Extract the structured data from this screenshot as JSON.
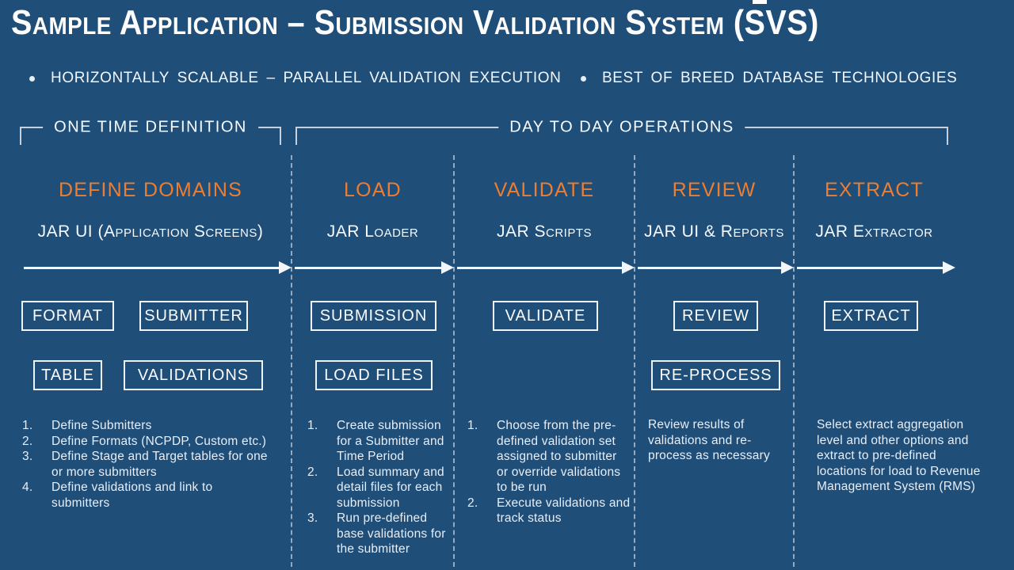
{
  "colors": {
    "background": "#1F4E79",
    "accent_orange": "#ED7D31",
    "text_white": "#FFFFFF",
    "line_gray": "#C8D1DB"
  },
  "title": "Sample Application – Submission Validation System (SVS)",
  "bullets": [
    "HORIZONTALLY SCALABLE – PARALLEL VALIDATION EXECUTION",
    "BEST OF BREED DATABASE TECHNOLOGIES"
  ],
  "phase_brackets": {
    "one_time": "ONE TIME DEFINITION",
    "day_to_day": "DAY TO DAY OPERATIONS"
  },
  "columns": [
    {
      "heading": "DEFINE DOMAINS",
      "subtitle": "JAR UI (Application Screens)",
      "boxes_row1": [
        "FORMAT",
        "SUBMITTER"
      ],
      "boxes_row2": [
        "TABLE",
        "VALIDATIONS"
      ],
      "list": [
        "Define Submitters",
        "Define Formats (NCPDP, Custom etc.)",
        "Define Stage and Target tables for one or more submitters",
        "Define validations and link to submitters"
      ],
      "note": ""
    },
    {
      "heading": "LOAD",
      "subtitle": "JAR Loader",
      "boxes_row1": [
        "SUBMISSION"
      ],
      "boxes_row2": [
        "LOAD FILES"
      ],
      "list": [
        "Create submission for a Submitter and Time Period",
        "Load summary and detail files for each submission",
        "Run pre-defined base validations for the submitter"
      ],
      "note": ""
    },
    {
      "heading": "VALIDATE",
      "subtitle": "JAR Scripts",
      "boxes_row1": [
        "VALIDATE"
      ],
      "boxes_row2": [],
      "list": [
        "Choose from the pre-defined validation set assigned to submitter or override validations to be run",
        "Execute validations and track status"
      ],
      "note": ""
    },
    {
      "heading": "REVIEW",
      "subtitle": "JAR UI & Reports",
      "boxes_row1": [
        "REVIEW"
      ],
      "boxes_row2": [
        "RE-PROCESS"
      ],
      "list": [],
      "note": "Review results of validations and re-process as necessary"
    },
    {
      "heading": "EXTRACT",
      "subtitle": "JAR Extractor",
      "boxes_row1": [
        "EXTRACT"
      ],
      "boxes_row2": [],
      "list": [],
      "note": "Select extract aggregation level and other options and extract to pre-defined locations for load to Revenue Management System (RMS)"
    }
  ]
}
